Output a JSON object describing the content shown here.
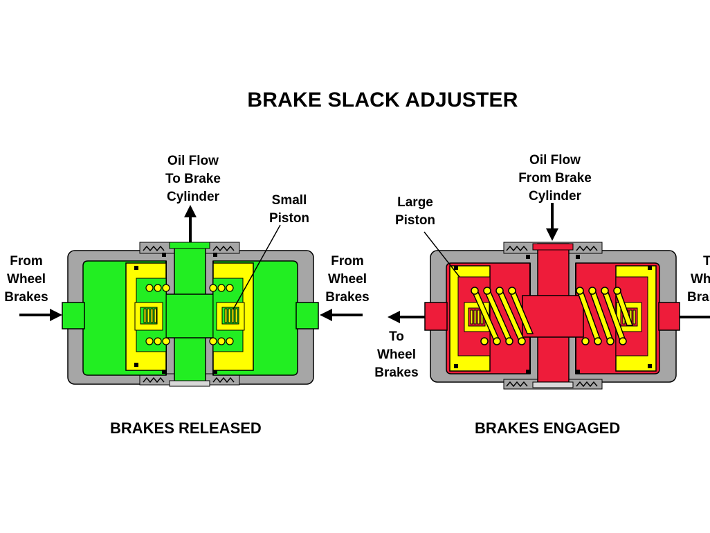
{
  "title": "BRAKE SLACK ADJUSTER",
  "released": {
    "caption": "BRAKES RELEASED",
    "oil_flow": [
      "Oil Flow",
      "To Brake",
      "Cylinder"
    ],
    "small_piston": [
      "Small",
      "Piston"
    ],
    "left_from": [
      "From",
      "Wheel",
      "Brakes"
    ],
    "right_from": [
      "From",
      "Wheel",
      "Brakes"
    ]
  },
  "engaged": {
    "caption": "BRAKES ENGAGED",
    "oil_flow": [
      "Oil Flow",
      "From Brake",
      "Cylinder"
    ],
    "large_piston": [
      "Large",
      "Piston"
    ],
    "left_to": [
      "To",
      "Wheel",
      "Brakes"
    ],
    "right_to": [
      "To",
      "Wheel",
      "Brakes"
    ]
  },
  "colors": {
    "released_fluid": "#22ee22",
    "engaged_fluid": "#ee1c3a",
    "piston": "#ffff00",
    "housing": "#a6a6a6"
  }
}
